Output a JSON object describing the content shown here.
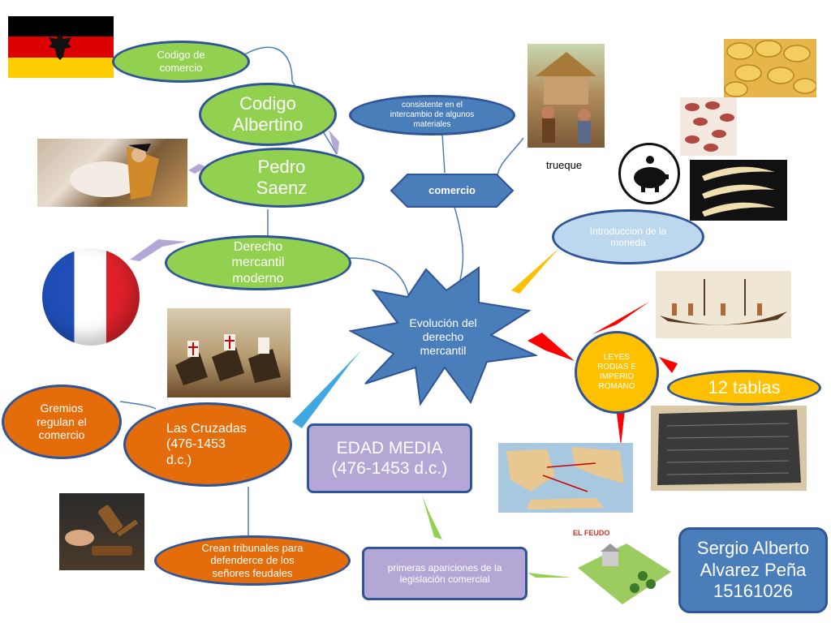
{
  "center": {
    "label": "Evolución del\nderecho\nmercantil"
  },
  "nodes": {
    "codigo_comercio": "Codigo de\ncomercio",
    "codigo_albertino": "Codigo\nAlbertino",
    "pedro_saenz": "Pedro\nSaenz",
    "derecho_moderno": "Derecho\nmercantil\nmoderno",
    "intercambio": "consistente en el\nintercambio de algunos\nmateriales",
    "comercio": "comercio",
    "trueque": "trueque",
    "moneda": "Introduccion de la\nmoneda",
    "leyes_rodias": "LEYES\nRODIAS E\nIMPERIO\nROMANO",
    "doce_tablas": "12 tablas",
    "gremios": "Gremios\nregulan el\ncomercio",
    "cruzadas": "Las Cruzadas\n  (476-1453\nd.c.)",
    "edad_media": "EDAD MEDIA\n(476-1453 d.c.)",
    "tribunales": "Crean tribunales para\ndefenderce de los\nseñores feudales",
    "legislacion": "primeras apariciones de la\nlegislación comercial",
    "autor": "Sergio Alberto\nAlvarez Peña\n15161026"
  },
  "map_labels": {
    "feudo_title": "EL FEUDO"
  },
  "colors": {
    "green": "#92d050",
    "orange": "#e46c0a",
    "blue": "#4a7ebb",
    "yellow": "#ffc000",
    "purple": "#b4a7d6",
    "border": "#2f5597"
  }
}
